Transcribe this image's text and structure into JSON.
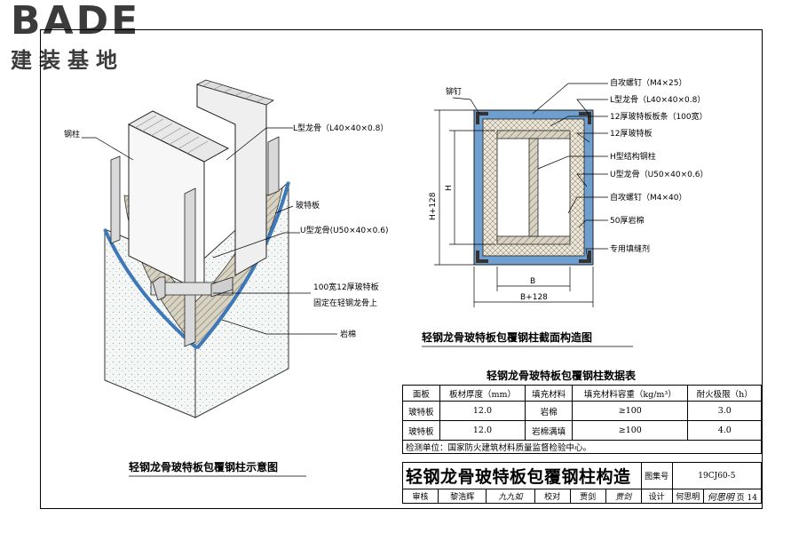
{
  "logo": {
    "word": "BADE",
    "sub": "建装基地"
  },
  "left_drawing": {
    "title": "轻钢龙骨玻特板包覆钢柱示意图",
    "labels": {
      "steel_column": "钢柱",
      "l_keel": "L型龙骨（L40×40×0.8）",
      "board": "玻特板",
      "u_keel": "U型龙骨(U50×40×0.6)",
      "strip_1": "100宽12厚玻特板",
      "strip_2": "固定在轻钢龙骨上",
      "rock_wool": "岩棉"
    }
  },
  "right_drawing": {
    "title": "轻钢龙骨玻特板包覆钢柱截面构造图",
    "labels": {
      "rivet": "铆钉",
      "screw_25": "自攻螺钉（M4×25）",
      "l_keel": "L型龙骨（L40×40×0.8）",
      "strip": "12厚玻特板板条（100宽）",
      "board": "12厚玻特板",
      "h_column": "H型结构钢柱",
      "u_keel": "U型龙骨（U50×40×0.6）",
      "screw_40": "自攻螺钉（M4×40）",
      "rock_wool": "50厚岩棉",
      "sealant": "专用填缝剂"
    },
    "dims": {
      "h": "H",
      "h_total": "H+128",
      "b": "B",
      "b_total": "B+128"
    }
  },
  "table": {
    "title": "轻钢龙骨玻特板包覆钢柱数据表",
    "headers": [
      "面板",
      "板材厚度（mm）",
      "填充材料",
      "填充材料容重（kg/m³）",
      "耐火极限（h）"
    ],
    "rows": [
      [
        "玻特板",
        "12.0",
        "岩棉",
        "≥100",
        "3.0"
      ],
      [
        "玻特板",
        "12.0",
        "岩棉满填",
        "≥100",
        "4.0"
      ]
    ],
    "note": "检测单位：国家防火建筑材料质量监督检验中心。"
  },
  "title_block": {
    "drawing_title": "轻钢龙骨玻特板包覆钢柱构造",
    "atlas_label": "图集号",
    "atlas_no": "19CJ60-5",
    "review_label": "审核",
    "review_name": "黎浩辉",
    "review_sig": "九九如",
    "check_label": "校对",
    "check_name": "贾剑",
    "check_sig": "贾剑",
    "design_label": "设计",
    "design_name": "何思明",
    "design_sig": "何思明",
    "page_label": "页",
    "page_no": "14"
  }
}
